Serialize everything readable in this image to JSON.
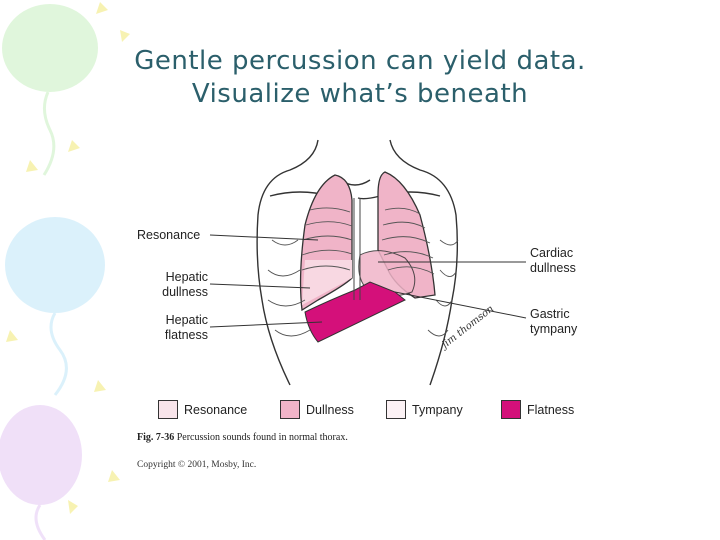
{
  "title": {
    "line1": "Gentle percussion can yield data.",
    "line2": "Visualize what’s beneath"
  },
  "labels": {
    "resonance": "Resonance",
    "hepatic_dullness_1": "Hepatic",
    "hepatic_dullness_2": "dullness",
    "hepatic_flatness_1": "Hepatic",
    "hepatic_flatness_2": "flatness",
    "cardiac_dullness_1": "Cardiac",
    "cardiac_dullness_2": "dullness",
    "gastric_tympany_1": "Gastric",
    "gastric_tympany_2": "tympany"
  },
  "legend": [
    {
      "label": "Resonance",
      "color": "#f8e4ea"
    },
    {
      "label": "Dullness",
      "color": "#f0b4c8"
    },
    {
      "label": "Tympany",
      "color": "#fcf2f5"
    },
    {
      "label": "Flatness",
      "color": "#d4107a"
    }
  ],
  "caption": {
    "fig": "Fig. 7-36",
    "text": "Percussion sounds found in normal thorax."
  },
  "copyright": "Copyright © 2001, Mosby, Inc.",
  "signature": "jim thomson",
  "colors": {
    "title": "#2b5f6b",
    "resonance": "#f8e4ea",
    "dullness": "#f0b4c8",
    "flatness": "#d4107a",
    "outline": "#333333"
  }
}
